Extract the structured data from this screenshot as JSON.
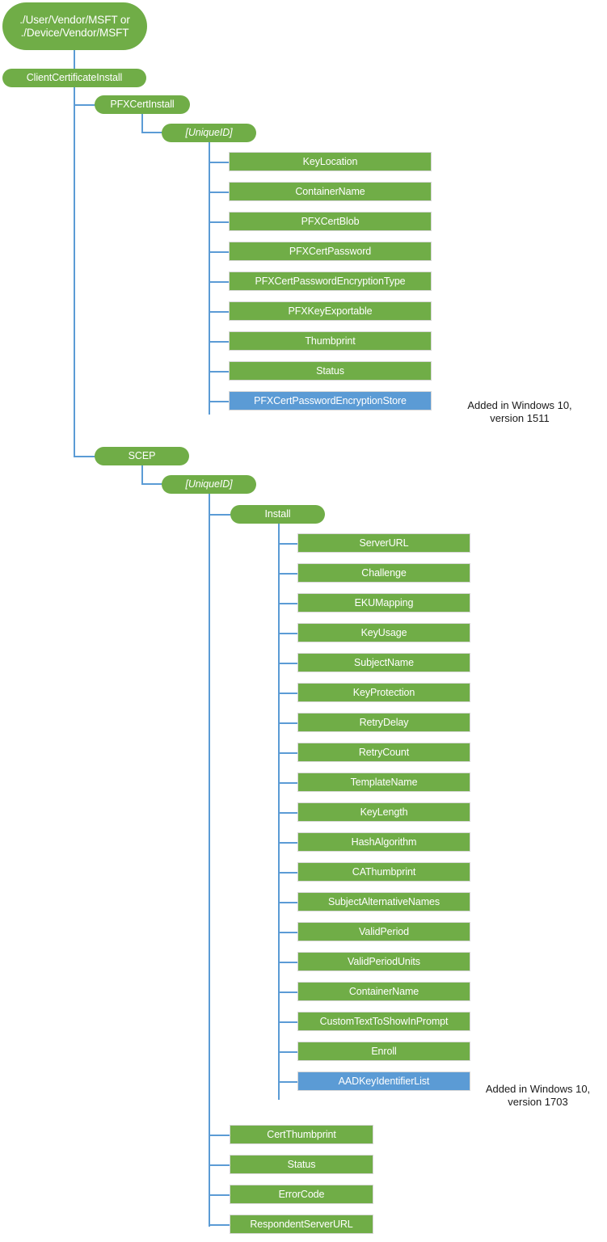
{
  "diagram": {
    "title": "ClientCertificateInstall CSP tree",
    "colors": {
      "node_green": "#70AD47",
      "node_blue": "#5B9BD5",
      "connector": "#5B9BD5",
      "text_on_node": "#FFFFFF",
      "annotation_text": "#1A1A1A",
      "background": "#FFFFFF"
    },
    "root": {
      "line1": "./User/Vendor/MSFT or",
      "line2": "./Device/Vendor/MSFT"
    },
    "nodes": {
      "client_certificate_install": "ClientCertificateInstall",
      "pfx_cert_install": "PFXCertInstall",
      "pfx_unique_id": "[UniqueID]",
      "scep": "SCEP",
      "scep_unique_id": "[UniqueID]",
      "install": "Install"
    },
    "pfx_children": [
      {
        "label": "KeyLocation",
        "color": "green"
      },
      {
        "label": "ContainerName",
        "color": "green"
      },
      {
        "label": "PFXCertBlob",
        "color": "green"
      },
      {
        "label": "PFXCertPassword",
        "color": "green"
      },
      {
        "label": "PFXCertPasswordEncryptionType",
        "color": "green"
      },
      {
        "label": "PFXKeyExportable",
        "color": "green"
      },
      {
        "label": "Thumbprint",
        "color": "green"
      },
      {
        "label": "Status",
        "color": "green"
      },
      {
        "label": "PFXCertPasswordEncryptionStore",
        "color": "blue"
      }
    ],
    "install_children": [
      {
        "label": "ServerURL",
        "color": "green"
      },
      {
        "label": "Challenge",
        "color": "green"
      },
      {
        "label": "EKUMapping",
        "color": "green"
      },
      {
        "label": "KeyUsage",
        "color": "green"
      },
      {
        "label": "SubjectName",
        "color": "green"
      },
      {
        "label": "KeyProtection",
        "color": "green"
      },
      {
        "label": "RetryDelay",
        "color": "green"
      },
      {
        "label": "RetryCount",
        "color": "green"
      },
      {
        "label": "TemplateName",
        "color": "green"
      },
      {
        "label": "KeyLength",
        "color": "green"
      },
      {
        "label": "HashAlgorithm",
        "color": "green"
      },
      {
        "label": "CAThumbprint",
        "color": "green"
      },
      {
        "label": "SubjectAlternativeNames",
        "color": "green"
      },
      {
        "label": "ValidPeriod",
        "color": "green"
      },
      {
        "label": "ValidPeriodUnits",
        "color": "green"
      },
      {
        "label": "ContainerName",
        "color": "green"
      },
      {
        "label": "CustomTextToShowInPrompt",
        "color": "green"
      },
      {
        "label": "Enroll",
        "color": "green"
      },
      {
        "label": "AADKeyIdentifierList",
        "color": "blue"
      }
    ],
    "scep_uniqueid_children": [
      {
        "label": "CertThumbprint",
        "color": "green"
      },
      {
        "label": "Status",
        "color": "green"
      },
      {
        "label": "ErrorCode",
        "color": "green"
      },
      {
        "label": "RespondentServerURL",
        "color": "green"
      }
    ],
    "annotations": [
      {
        "text": "Added in Windows 10,\nversion 1511",
        "for": "PFXCertPasswordEncryptionStore"
      },
      {
        "text": "Added in Windows 10,\nversion 1703",
        "for": "AADKeyIdentifierList"
      }
    ]
  }
}
